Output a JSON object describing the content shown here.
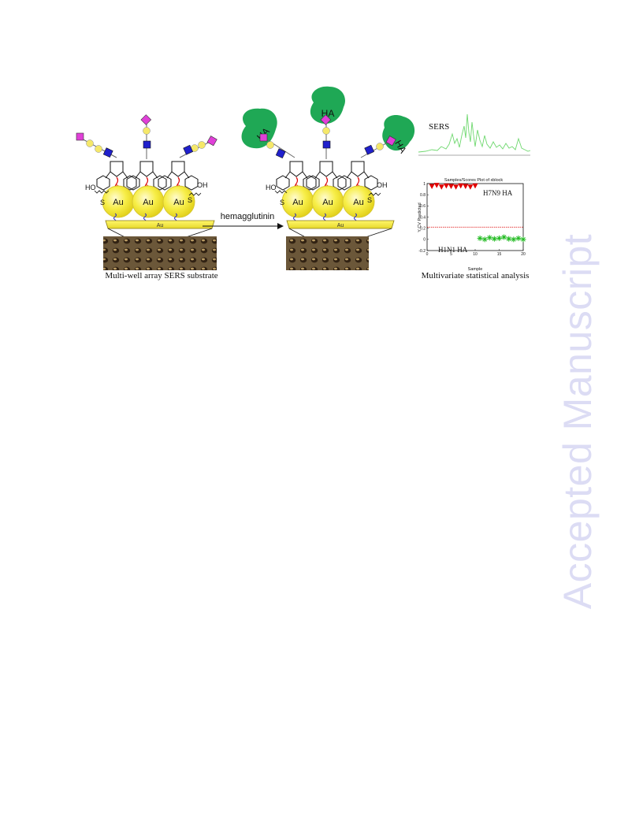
{
  "watermark": "Accepted Manuscript",
  "panel_left": {
    "caption": "Multi-well array SERS substrate",
    "au_label": "Au",
    "plate_label": "Au",
    "s_label": "S",
    "ho_label": "HO",
    "oh_label": "OH"
  },
  "panel_middle": {
    "caption": "",
    "au_label": "Au",
    "plate_label": "Au",
    "s_label": "S",
    "ho_label": "HO",
    "oh_label": "OH",
    "ha_label": "HA"
  },
  "arrow": {
    "label": "hemagglutinin"
  },
  "spectrum": {
    "label": "SERS",
    "color": "#6fd86f"
  },
  "colors": {
    "gold": "#f5ea3a",
    "ha_blob": "#1fa855",
    "magenta": "#e040d8",
    "blue": "#2020cc",
    "red_marker": "#e00000",
    "green_marker": "#22bb22"
  },
  "panel_right": {
    "caption": "Multivariate statistical analysis"
  },
  "chart_data": {
    "type": "scatter",
    "title": "Samples/Scores Plot of xblock",
    "xlabel": "Sample",
    "ylabel": "Y CV Predicted",
    "xlim": [
      0,
      20
    ],
    "ylim": [
      -0.2,
      1.0
    ],
    "xticks": [
      "0",
      "5",
      "10",
      "15",
      "20"
    ],
    "yticks": [
      "-0.2",
      "0",
      "0.2",
      "0.4",
      "0.6",
      "0.8",
      "1"
    ],
    "threshold": 0.22,
    "series": [
      {
        "name": "H7N9 HA",
        "marker": "triangle",
        "color": "#e00000",
        "x": [
          1,
          2,
          3,
          4,
          5,
          6,
          7,
          8,
          9,
          10
        ],
        "y": [
          0.95,
          0.97,
          0.94,
          0.96,
          0.95,
          0.94,
          0.96,
          0.95,
          0.94,
          0.96
        ]
      },
      {
        "name": "H1N1 HA",
        "marker": "star",
        "color": "#22bb22",
        "x": [
          11,
          12,
          13,
          14,
          15,
          16,
          17,
          18,
          19,
          20
        ],
        "y": [
          0.02,
          0.0,
          0.03,
          0.01,
          0.02,
          0.04,
          0.01,
          0.0,
          0.02,
          0.0
        ]
      }
    ]
  }
}
